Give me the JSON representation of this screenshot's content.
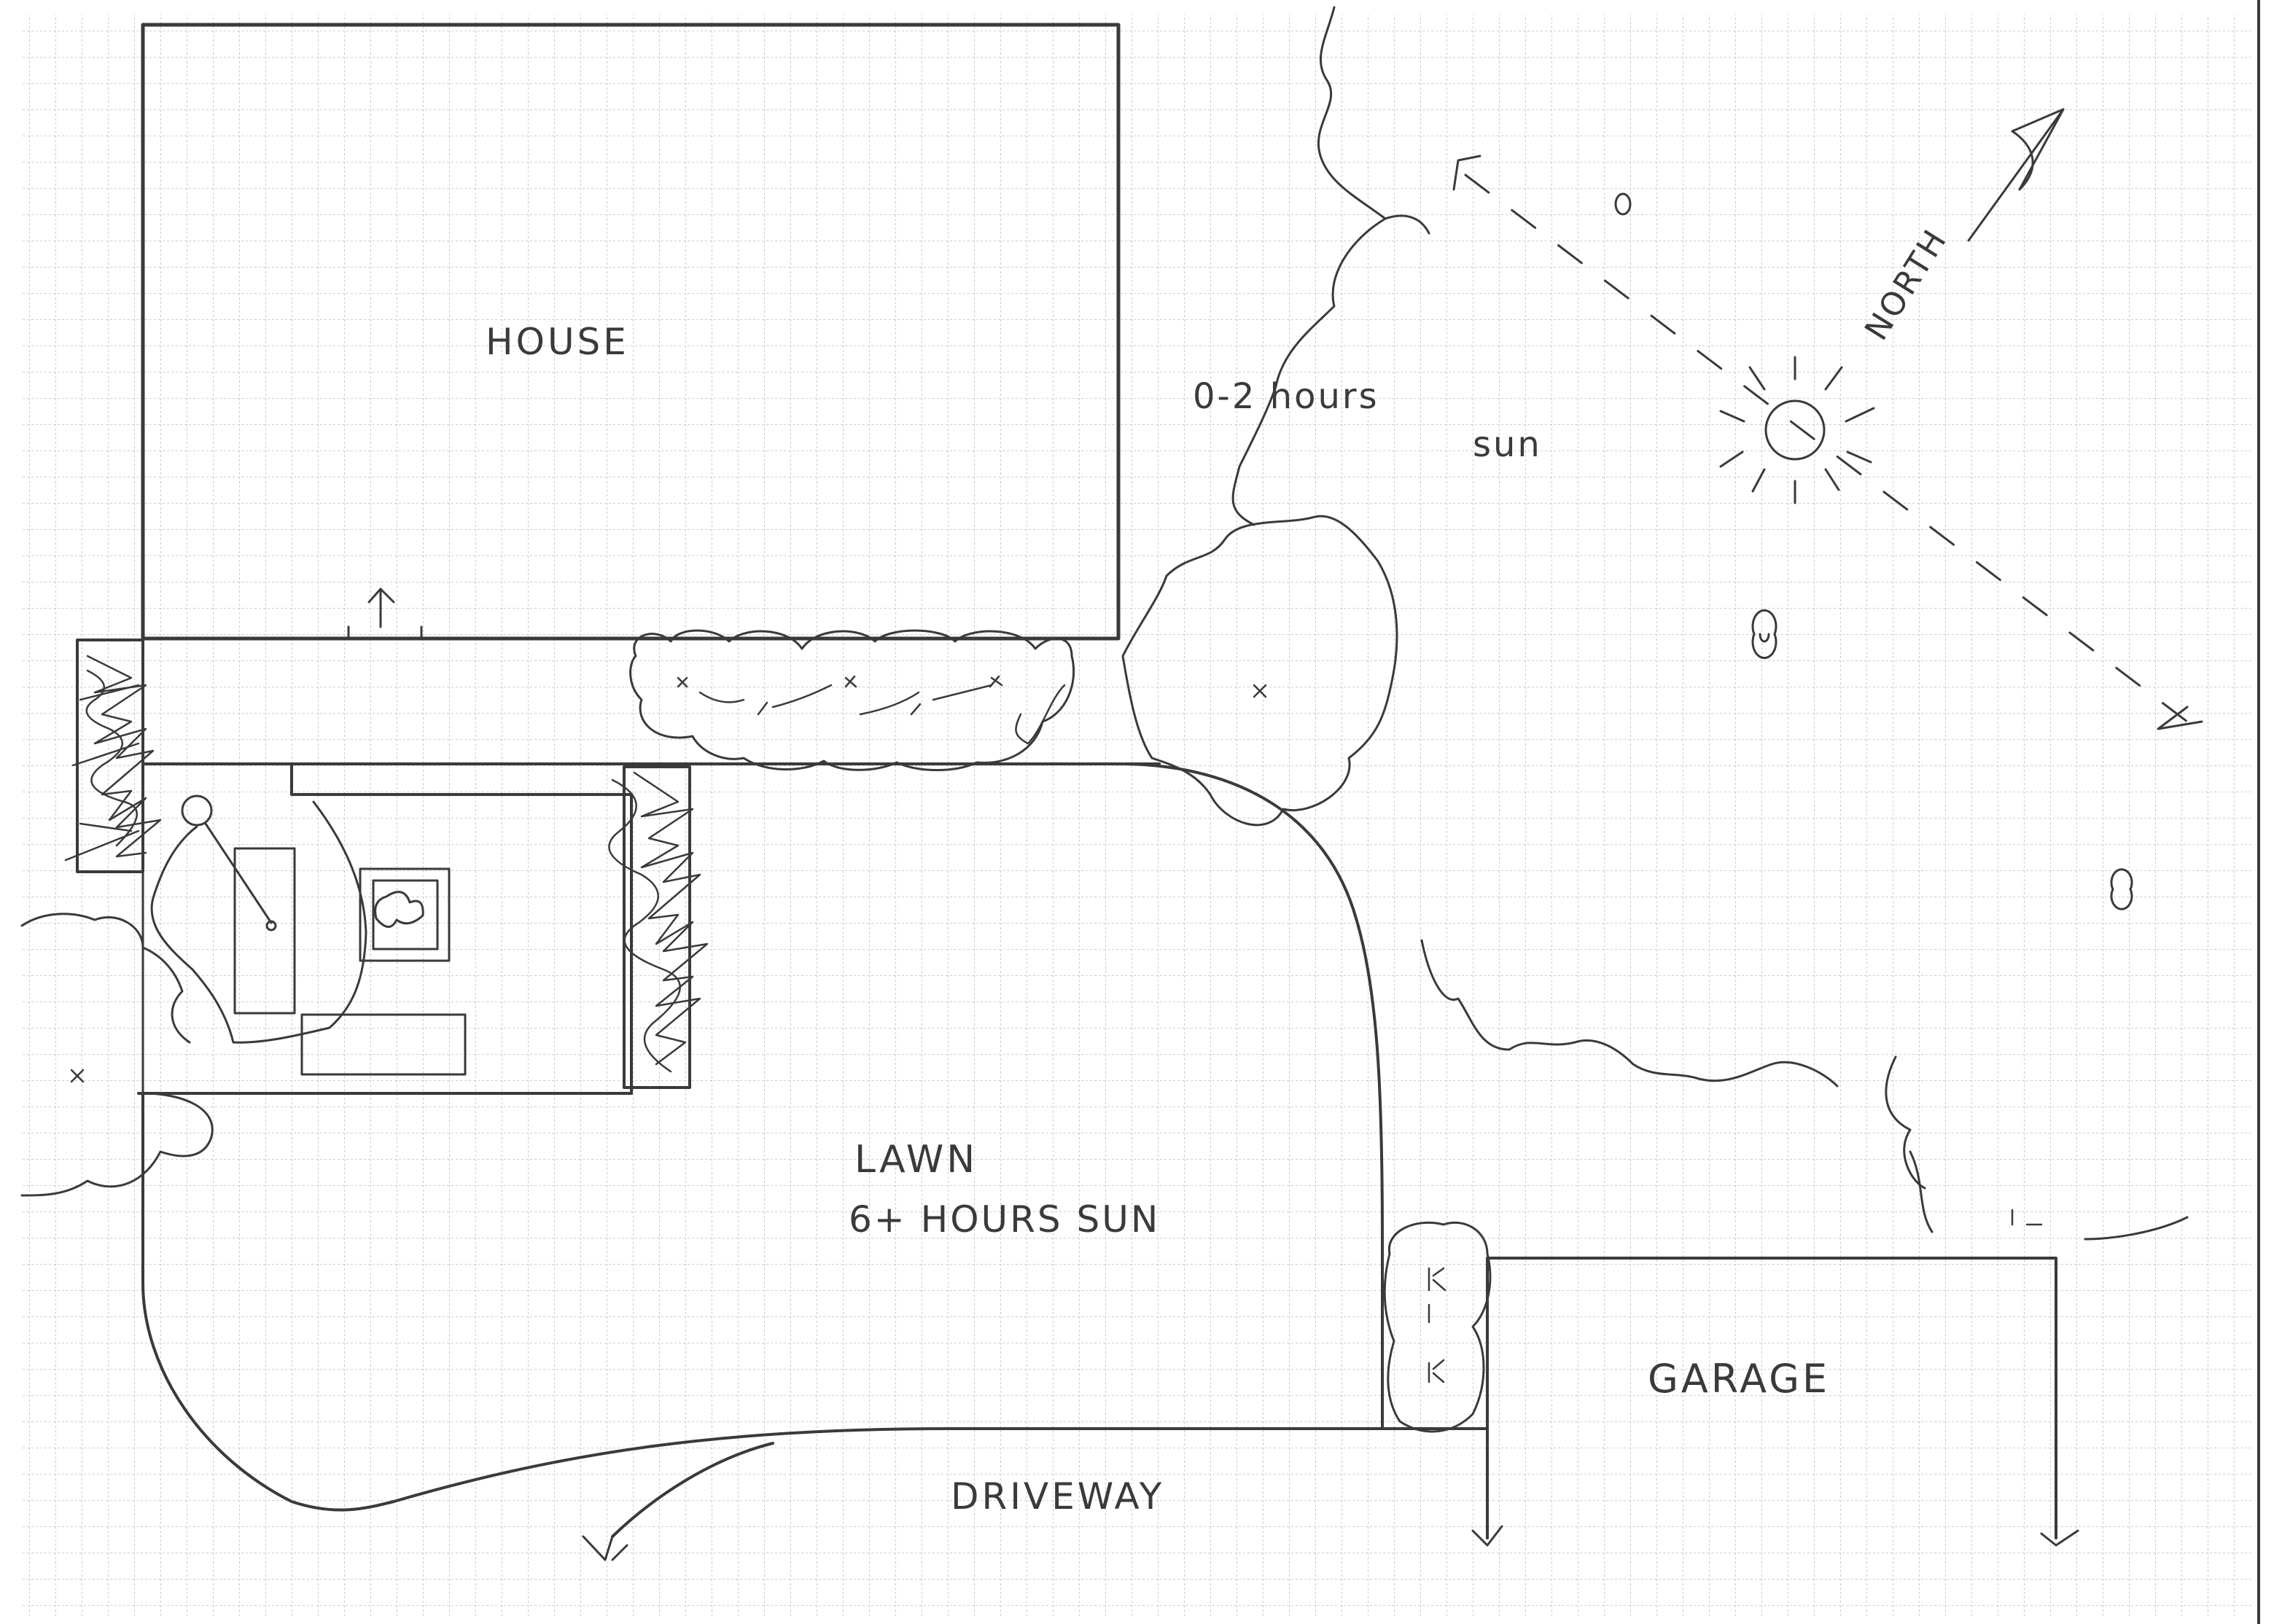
{
  "labels": {
    "house": "HOUSE",
    "shade_line1": "0-2 hours",
    "shade_line2": "sun",
    "north": "NORTH",
    "lawn_line1": "LAWN",
    "lawn_line2": "6+ HOURS SUN",
    "garage": "GARAGE",
    "driveway": "DRIVEWAY"
  },
  "colors": {
    "ink": "#3a3a3a",
    "grid": "#b8b8b8",
    "paper": "#ffffff"
  },
  "icons": {
    "sun": "sun-icon",
    "north_arrow": "north-arrow-icon"
  }
}
